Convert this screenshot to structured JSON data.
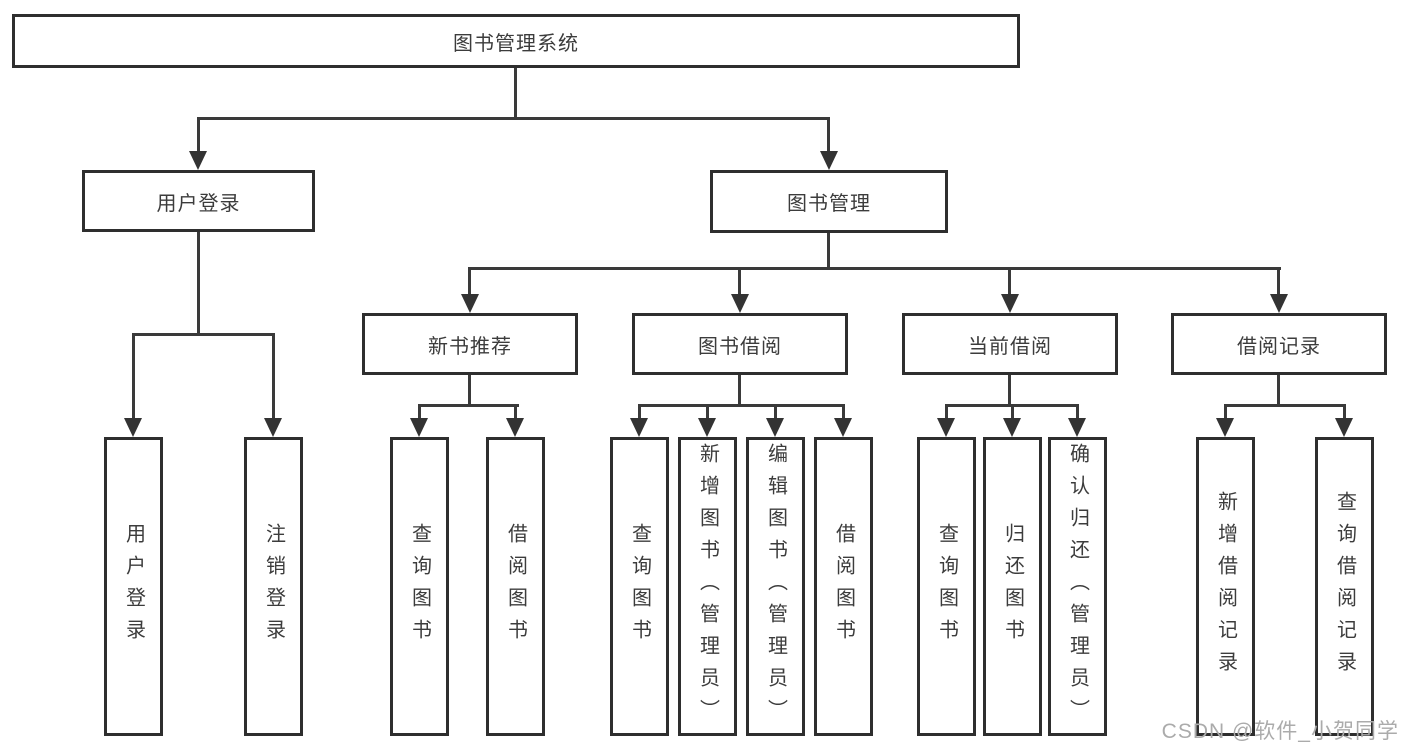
{
  "title": "图书管理系统",
  "watermark": "CSDN @软件_小贺同学",
  "colors": {
    "background": "#ffffff",
    "box_border": "#2e2e2e",
    "connector_line": "#3a3a3a",
    "text": "#3c3c3c",
    "watermark_text": "#ababab"
  },
  "hierarchy": {
    "label": "图书管理系统",
    "children": [
      {
        "label": "用户登录",
        "children": [
          {
            "label": "用户登录"
          },
          {
            "label": "注销登录"
          }
        ]
      },
      {
        "label": "图书管理",
        "children": [
          {
            "label": "新书推荐",
            "children": [
              {
                "label": "查询图书"
              },
              {
                "label": "借阅图书"
              }
            ]
          },
          {
            "label": "图书借阅",
            "children": [
              {
                "label": "查询图书"
              },
              {
                "label": "新增图书（管理员）"
              },
              {
                "label": "编辑图书（管理员）"
              },
              {
                "label": "借阅图书"
              }
            ]
          },
          {
            "label": "当前借阅",
            "children": [
              {
                "label": "查询图书"
              },
              {
                "label": "归还图书"
              },
              {
                "label": "确认归还（管理员）"
              }
            ]
          },
          {
            "label": "借阅记录",
            "children": [
              {
                "label": "新增借阅记录"
              },
              {
                "label": "查询借阅记录"
              }
            ]
          }
        ]
      }
    ]
  }
}
